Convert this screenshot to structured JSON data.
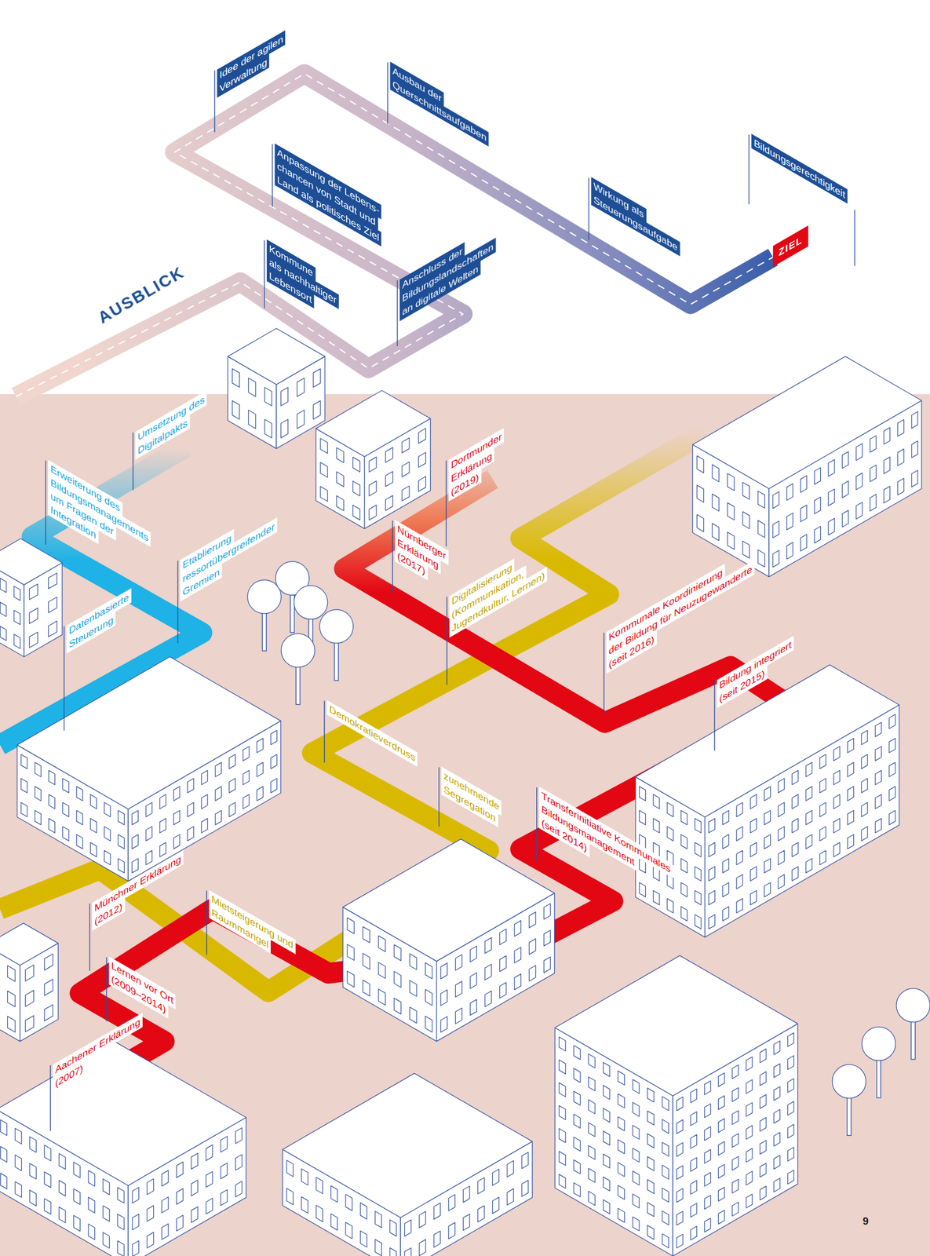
{
  "diagram": {
    "nodes": [
      {
        "text": [
          "Idee der agilen Verwaltung"
        ]
      },
      {
        "text": [
          "Ausbau der Querschnittsaufgaben"
        ]
      },
      {
        "text": [
          "Anpassung der Lebens- chancen von Stadt und Land als politisches Ziel"
        ]
      },
      {
        "text": [
          "Bildungsgerechtigkeit"
        ]
      },
      {
        "text": [
          "Wirkung als Steuerungsaufgabe"
        ]
      },
      {
        "text": [
          "Kommune als nachhaltiger Lebensort"
        ]
      },
      {
        "text": [
          "Anschluss der Bildungslandschaften an digitale Welten"
        ]
      },
      {
        "text": [
          "Umsetzung des Digitalpakts"
        ]
      },
      {
        "text": [
          "Erweiterung des Bildungsmanagements um Fragen der Integration"
        ]
      },
      {
        "text": [
          "Etablierung ressortübergreifender Gremien"
        ]
      },
      {
        "text": [
          "Datenbasierte Steuerung"
        ]
      },
      {
        "text": [
          "Dortmunder Erklärung (2019)"
        ]
      },
      {
        "text": [
          "Nürnberger Erklärung (2017)"
        ]
      },
      {
        "text": [
          "Digitalisierung (Kommunikation, Jugendkultur, Lernen)"
        ]
      },
      {
        "text": [
          "Kommunale Koordinierung der Bildung für Neuzugewanderte (seit 2016)"
        ]
      },
      {
        "text": [
          "Bildung integriert (seit 2015)"
        ]
      },
      {
        "text": [
          "Demokratieverdruss"
        ]
      },
      {
        "text": [
          "zunehmende Segregation"
        ]
      },
      {
        "text": [
          "Transferinitiative Kommunales Bildungsmanagement (seit 2014)"
        ]
      },
      {
        "text": [
          "Münchner Erklärung (2012)"
        ]
      },
      {
        "text": [
          "Mietsteigerung und Raummangel"
        ]
      },
      {
        "text": [
          "Lernen vor Ort (2009–2014)"
        ]
      },
      {
        "text": [
          "Aachener Erklärung (2007)"
        ]
      }
    ],
    "labels": [
      "AUSBLICK",
      "ZIEL",
      "9"
    ]
  }
}
